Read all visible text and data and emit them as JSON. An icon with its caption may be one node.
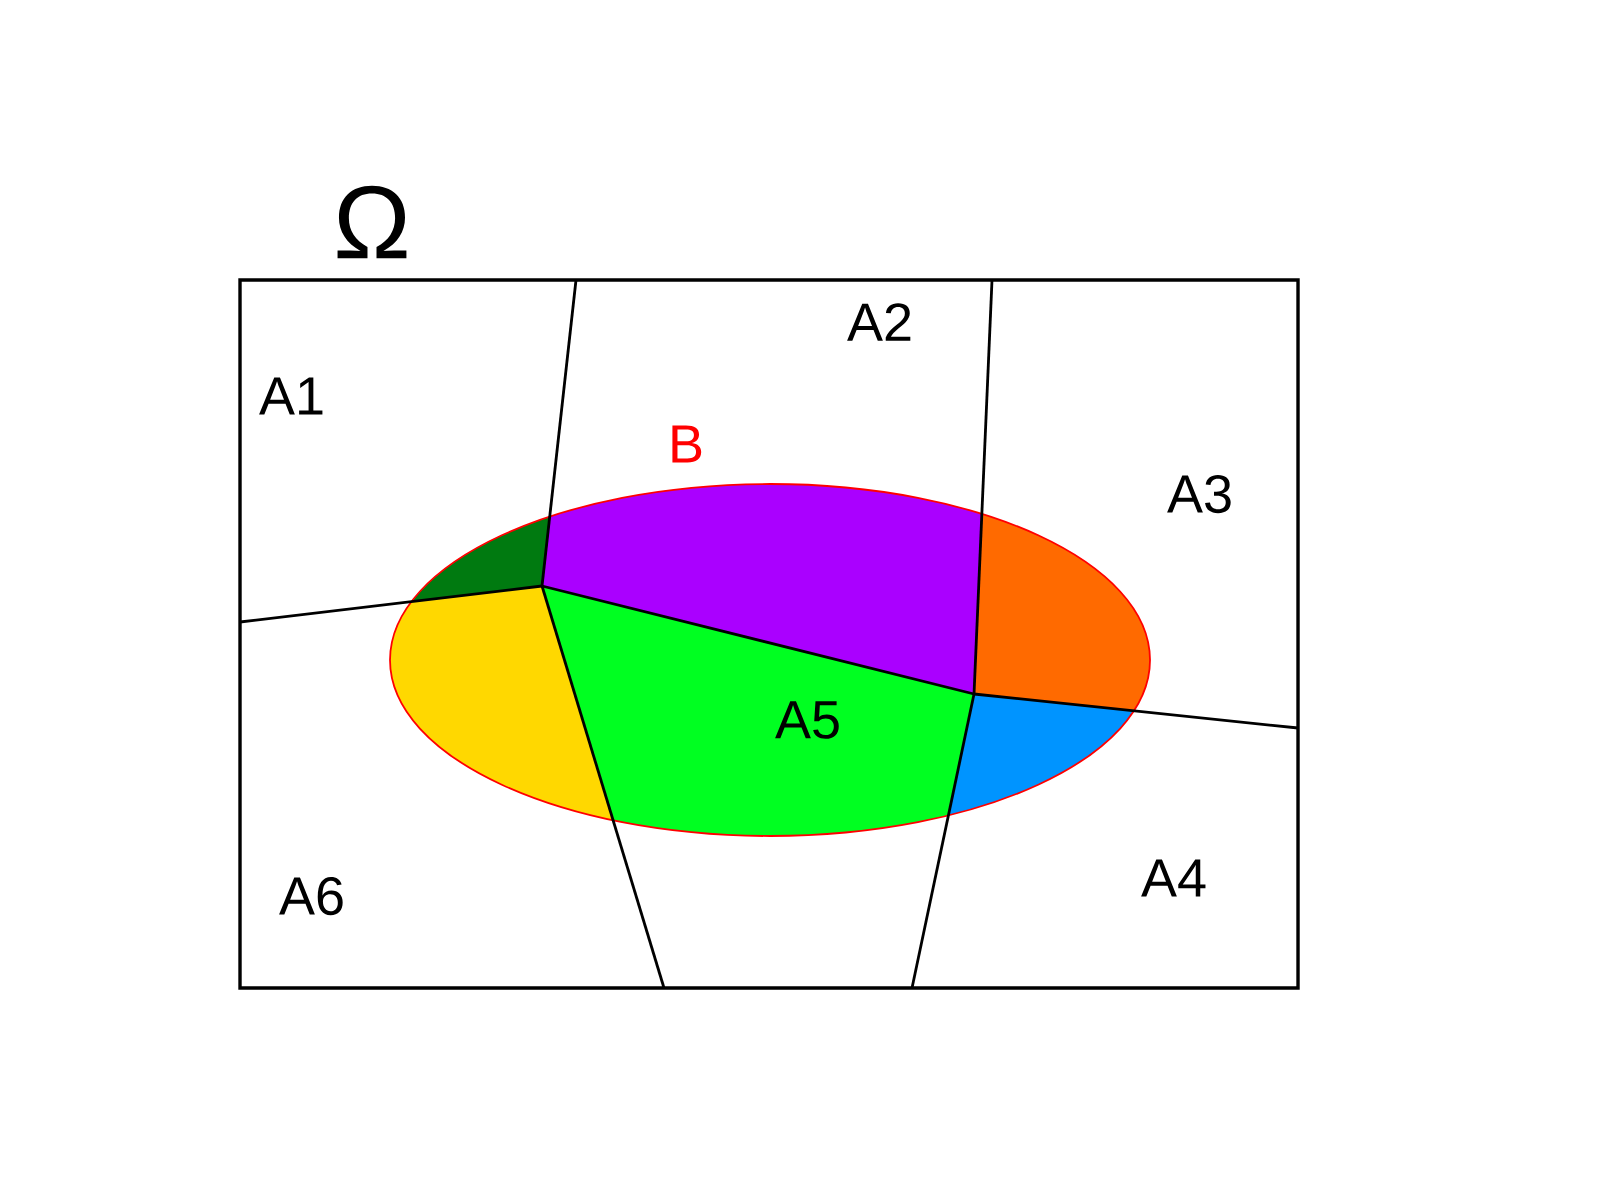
{
  "diagram": {
    "nodes": [
      {
        "text": [
          "Ω"
        ]
      },
      {
        "text": [
          "B"
        ],
        "in": 0
      }
    ],
    "labels": [
      "A1",
      "A2",
      "A3",
      "A5",
      "A6",
      "A4"
    ]
  }
}
